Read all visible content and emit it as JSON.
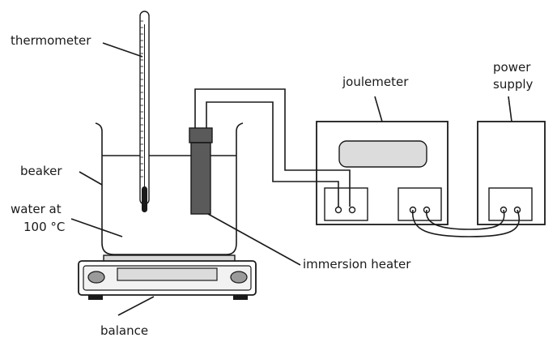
{
  "labels": {
    "thermometer": "thermometer",
    "beaker": "beaker",
    "water_line1": "water at",
    "water_line2": "100 °C",
    "balance": "balance",
    "immersion_heater": "immersion heater",
    "joulemeter": "joulemeter",
    "power_line1": "power",
    "power_line2": "supply"
  },
  "colors": {
    "ink": "#1a1a1a",
    "heater_fill": "#5a5a5a",
    "panel_fill": "#f2f2f2",
    "display_fill": "#dcdcdc",
    "knob_fill": "#9a9a9a"
  }
}
